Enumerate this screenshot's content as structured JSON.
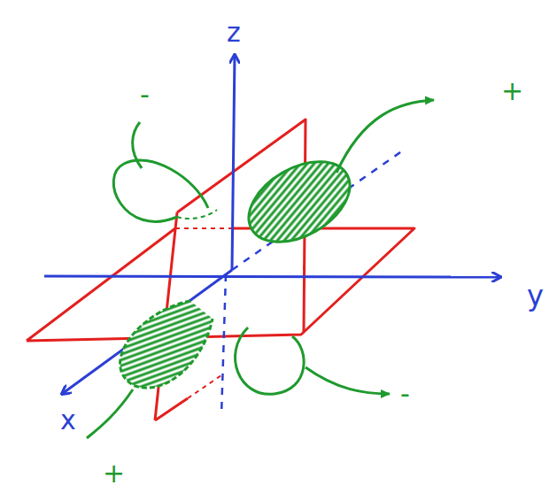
{
  "diagram": {
    "labels": [
      "z",
      "y",
      "x",
      "-",
      "+",
      "-",
      "+"
    ]
  }
}
